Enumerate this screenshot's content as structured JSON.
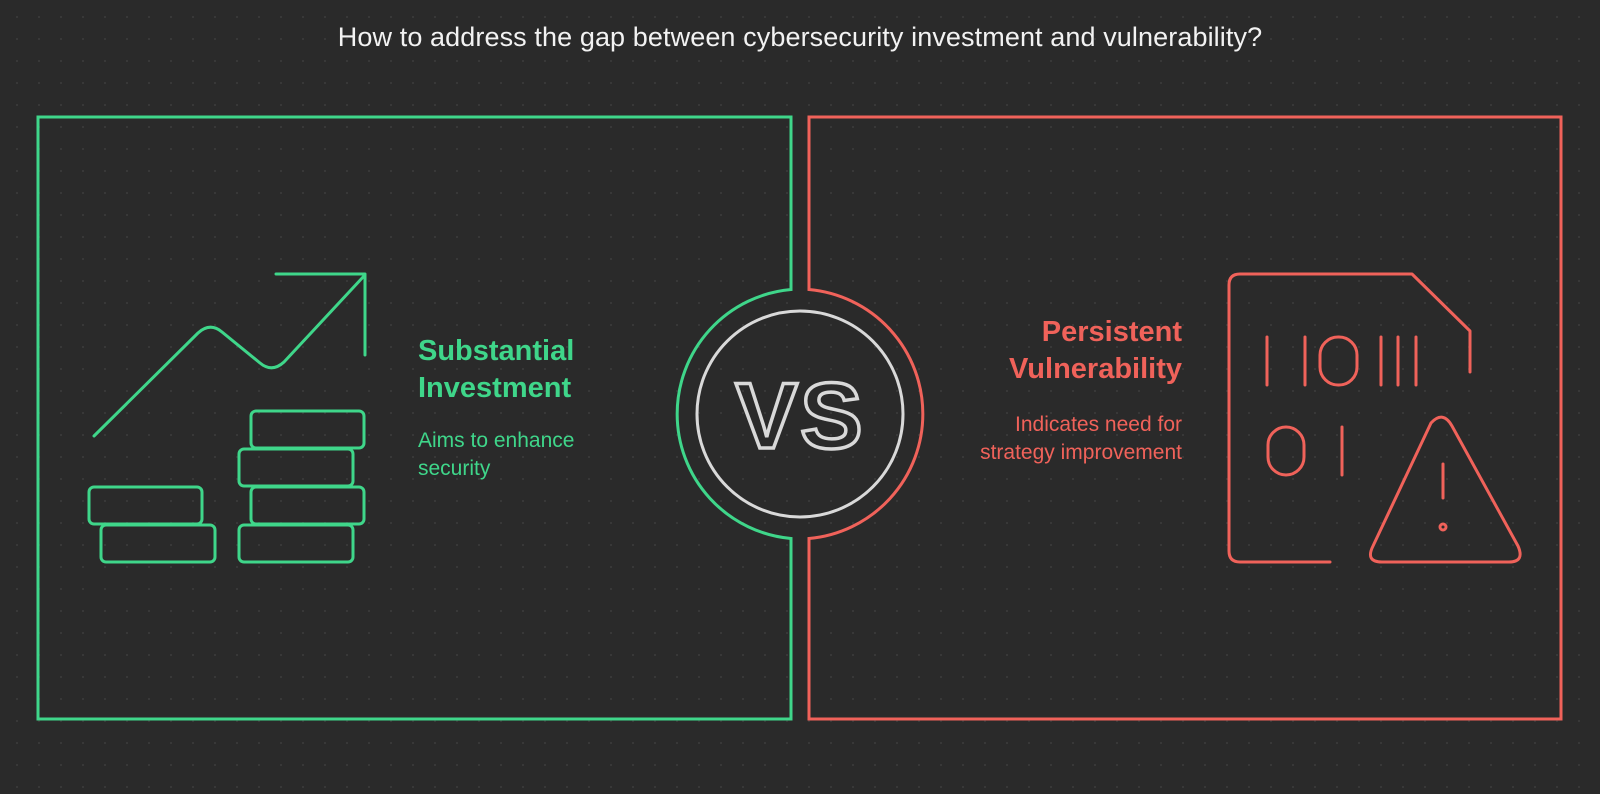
{
  "title": "How to address the gap between cybersecurity investment and vulnerability?",
  "left": {
    "heading": "Substantial Investment",
    "description": "Aims to enhance security",
    "color": "#3fd68a",
    "icon": "growth-coins-icon"
  },
  "right": {
    "heading": "Persistent Vulnerability",
    "description": "Indicates need for strategy improvement",
    "color": "#f0625a",
    "icon": "binary-file-warning-icon"
  },
  "center": {
    "label": "VS",
    "color": "#d9d9d9"
  },
  "background_color": "#2a2a2a"
}
